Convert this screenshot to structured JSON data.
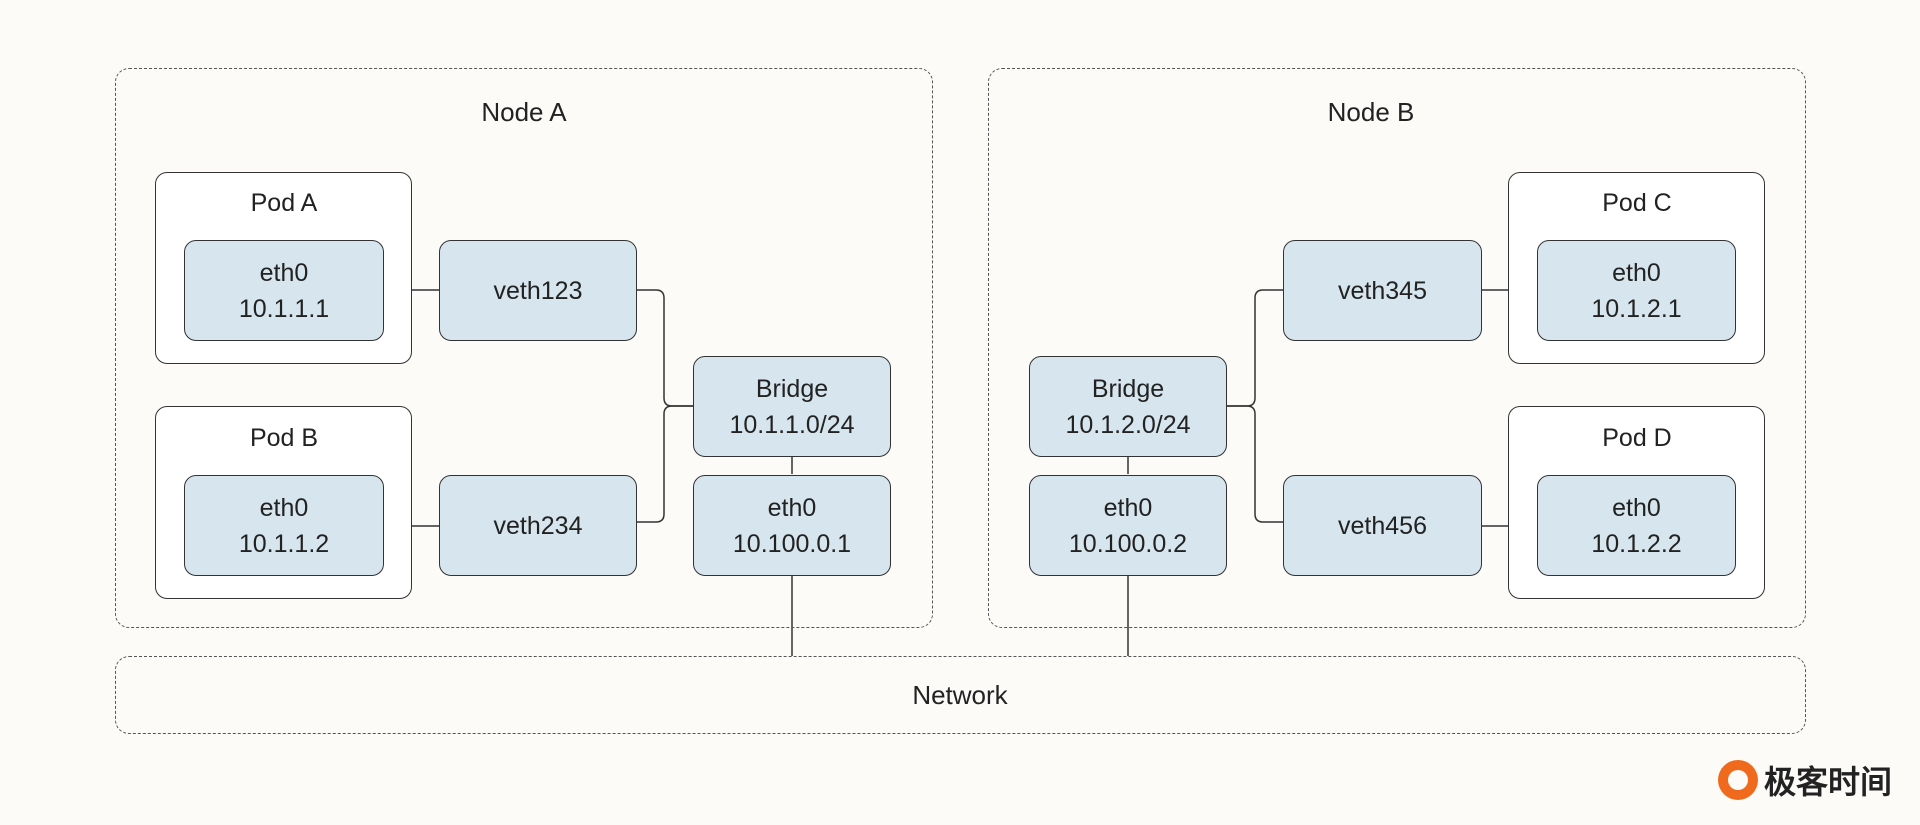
{
  "nodes": {
    "a": {
      "title": "Node A"
    },
    "b": {
      "title": "Node B"
    }
  },
  "network": {
    "label": "Network"
  },
  "pods": {
    "a": {
      "title": "Pod A",
      "iface": "eth0",
      "ip": "10.1.1.1"
    },
    "b": {
      "title": "Pod B",
      "iface": "eth0",
      "ip": "10.1.1.2"
    },
    "c": {
      "title": "Pod C",
      "iface": "eth0",
      "ip": "10.1.2.1"
    },
    "d": {
      "title": "Pod D",
      "iface": "eth0",
      "ip": "10.1.2.2"
    }
  },
  "veths": {
    "v123": "veth123",
    "v234": "veth234",
    "v345": "veth345",
    "v456": "veth456"
  },
  "bridges": {
    "a": {
      "label": "Bridge",
      "cidr": "10.1.1.0/24"
    },
    "b": {
      "label": "Bridge",
      "cidr": "10.1.2.0/24"
    }
  },
  "host_eth": {
    "a": {
      "iface": "eth0",
      "ip": "10.100.0.1"
    },
    "b": {
      "iface": "eth0",
      "ip": "10.100.0.2"
    }
  },
  "watermark": {
    "brand_text": "极客时间",
    "brand_color": "#f06a1d"
  }
}
